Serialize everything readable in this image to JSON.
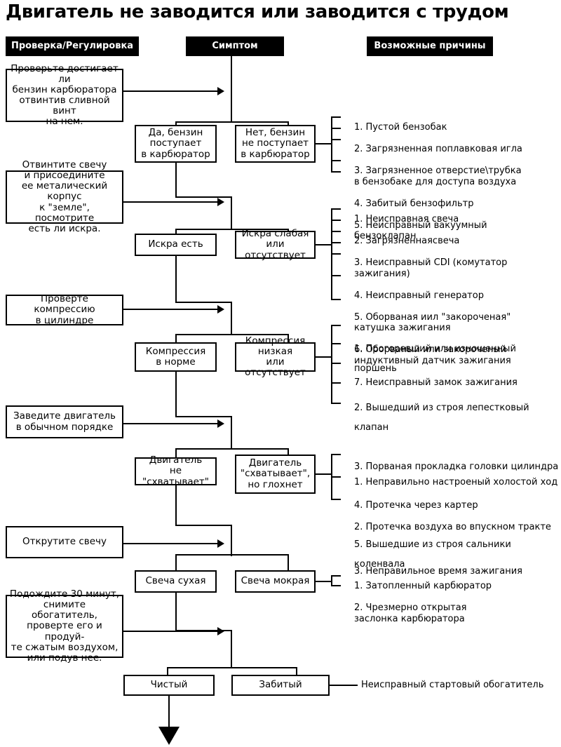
{
  "title": "Двигатель не заводится или заводится с трудом",
  "headers": [
    {
      "label": "Проверка/Регулировка"
    },
    {
      "label": "Симптом"
    },
    {
      "label": "Возможные причины"
    }
  ],
  "sections": [
    {
      "id": "fuel",
      "check": "Проверьте достигает ли\nбензин карбюратора\nотвинтив сливной винт\nна нем.",
      "symptom_ok": "Да, бензин\nпоступает\nв карбюратор",
      "symptom_bad": "Нет, бензин\nне поступает\nв карбюратор",
      "causes": [
        "1. Пустой бензобак",
        "2. Загрязненная поплавковая игла",
        "3. Загрязненное отверстие\\трубка\n    в бензобаке для доступа воздуха",
        "4. Забитый бензофильтр",
        "5. Неисправный вакуумный\n    бензоклапан"
      ]
    },
    {
      "id": "spark",
      "check": "Отвинтите свечу\nи присоедините\nее металический корпус\nк \"земле\", посмотрите\nесть ли искра.",
      "symptom_ok": "Искра есть",
      "symptom_bad": "Искра слабая\nили отсутствует",
      "causes": [
        "1. Неисправная свеча",
        "2. Загрязненнаясвеча",
        "3. Неисправный CDI (комутатор зажигания)",
        "4. Неисправный генератор",
        "5. Оборваная иил \"закороченая\"\n    катушка зажигания",
        "6. Оборваный или закороченый\n    индуктивный датчик зажигания",
        "7. Неисправный замок зажигания"
      ]
    },
    {
      "id": "compression",
      "check": "Проверте компрессию\nв цилиндре",
      "symptom_ok": "Компрессия\nв норме",
      "symptom_bad": "Компрессия низкая\nили отсутствует",
      "causes": [
        "1. Прогоревший или изношенный поршень",
        "2. Вышедший из строя лепестковый клапан",
        "3. Порваная прокладка головки цилиндра",
        "4. Протечка через картер",
        "5. Вышедшие из строя сальники коленвала"
      ]
    },
    {
      "id": "start",
      "check": "Заведите двигатель\nв обычном порядке",
      "symptom_ok": "Двигатель\nне \"схватывает\"",
      "symptom_bad": "Двигатель\n\"схватывает\",\nно глохнет",
      "causes": [
        "1. Неправильно настроеный холостой ход",
        "2. Протечка воздуха во впускном тракте",
        "3. Неправильное время зажигания"
      ]
    },
    {
      "id": "plug",
      "check": "Открутите свечу",
      "symptom_ok": "Свеча сухая",
      "symptom_bad": "Свеча мокрая",
      "causes": [
        "1. Затопленный карбюратор",
        "2. Чрезмерно открытая\n    заслонка карбюратора"
      ]
    },
    {
      "id": "enrichener",
      "check": "Подождите 30 минут,\nснимите обогатитель,\nпроверте его и продуй-\nте сжатым воздухом,\nили подув нее.",
      "symptom_ok": "Чистый",
      "symptom_bad": "Забитый",
      "causes": [
        "Неисправный стартовый обогатитель"
      ]
    }
  ],
  "colors": {
    "line": "#000000",
    "header_bg": "#000000",
    "header_fg": "#ffffff",
    "page_bg": "#ffffff"
  }
}
